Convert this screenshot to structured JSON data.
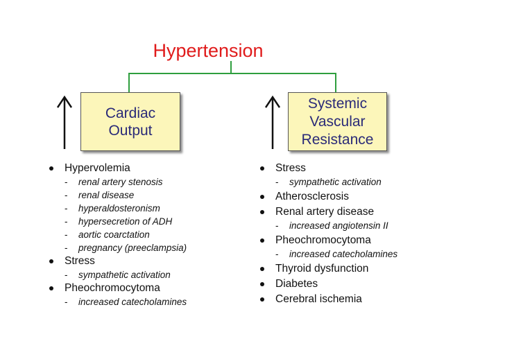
{
  "title": "Hypertension",
  "colors": {
    "title": "#e01b1b",
    "connector": "#2e9e3e",
    "box_fill": "#fcf6ba",
    "box_text": "#2a2a78"
  },
  "left": {
    "box_lines": [
      "Cardiac",
      "Output"
    ],
    "arrow_icon": "arrow-up-icon",
    "items": [
      {
        "label": "Hypervolemia",
        "subs": [
          "renal artery stenosis",
          "renal disease",
          "hyperaldosteronism",
          "hypersecretion of ADH",
          "aortic coarctation",
          "pregnancy (preeclampsia)"
        ]
      },
      {
        "label": "Stress",
        "subs": [
          "sympathetic activation"
        ]
      },
      {
        "label": "Pheochromocytoma",
        "subs": [
          "increased catecholamines"
        ]
      }
    ]
  },
  "right": {
    "box_lines": [
      "Systemic",
      "Vascular",
      "Resistance"
    ],
    "arrow_icon": "arrow-up-icon",
    "items": [
      {
        "label": "Stress",
        "subs": [
          "sympathetic activation"
        ]
      },
      {
        "label": "Atherosclerosis",
        "subs": []
      },
      {
        "label": "Renal artery disease",
        "subs": [
          "increased angiotensin II"
        ]
      },
      {
        "label": "Pheochromocytoma",
        "subs": [
          "increased catecholamines"
        ]
      },
      {
        "label": "Thyroid dysfunction",
        "subs": []
      },
      {
        "label": "Diabetes",
        "subs": []
      },
      {
        "label": "Cerebral ischemia",
        "subs": []
      }
    ]
  }
}
